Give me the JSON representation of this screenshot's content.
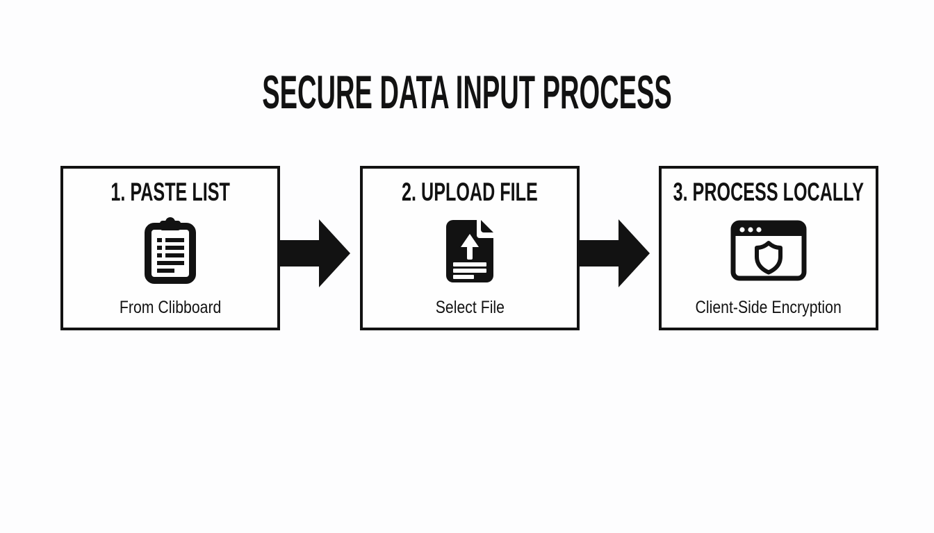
{
  "title": "SECURE DATA INPUT PROCESS",
  "flow": {
    "steps": [
      {
        "title": "1. PASTE LIST",
        "subtitle": "From Clibboard",
        "icon": "clipboard-list-icon"
      },
      {
        "title": "2. UPLOAD FILE",
        "subtitle": "Select File",
        "icon": "file-upload-icon"
      },
      {
        "title": "3. PROCESS LOCALLY",
        "subtitle": "Client-Side Encryption",
        "icon": "browser-shield-icon"
      }
    ],
    "connector_icon": "arrow-right-icon"
  },
  "colors": {
    "ink": "#121212",
    "background": "#fdfdfe",
    "box_fill": "#fefefe"
  }
}
